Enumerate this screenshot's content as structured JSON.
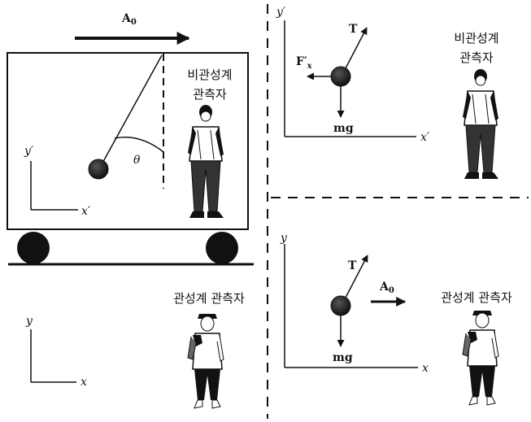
{
  "labels": {
    "accel": "A",
    "accel_sub": "0",
    "noninertial_observer": "비관성계",
    "noninertial_observer_2": "관측자",
    "inertial_observer": "관성계 관측자",
    "theta": "θ",
    "tension": "T",
    "weight": "mg",
    "fictitious_force": "F",
    "fictitious_force_mark": "′",
    "fictitious_force_sub": "x",
    "x_prime": "x′",
    "y_prime": "y′",
    "x": "x",
    "y": "y"
  },
  "colors": {
    "ink": "#111111",
    "background": "#ffffff"
  }
}
